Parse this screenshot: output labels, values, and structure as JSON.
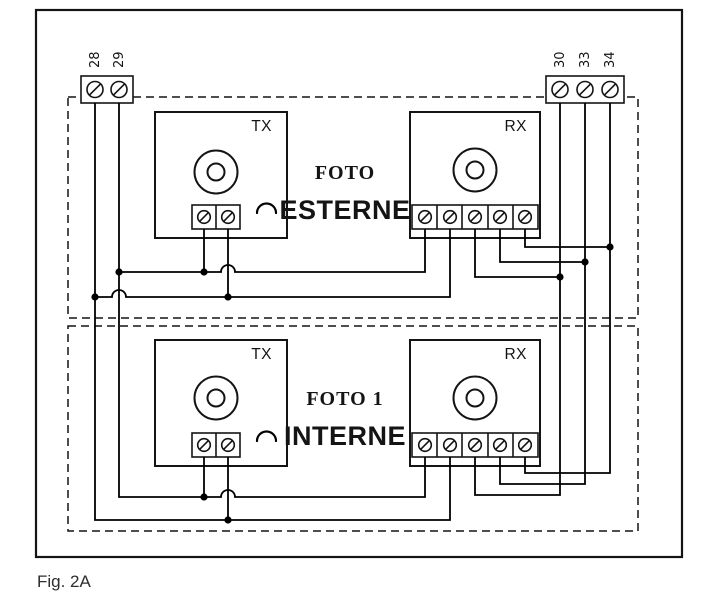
{
  "figure": {
    "caption": "Fig. 2A"
  },
  "terminal_strip_left": {
    "labels": [
      "28",
      "29"
    ]
  },
  "terminal_strip_right": {
    "labels": [
      "30",
      "33",
      "34"
    ]
  },
  "sections": [
    {
      "name": "esterne",
      "transmitter_label": "TX",
      "receiver_label": "RX",
      "title": "FOTO",
      "subtitle": "ESTERNE",
      "subtitle_color": "#e6192b"
    },
    {
      "name": "interne",
      "transmitter_label": "TX",
      "receiver_label": "RX",
      "title": "FOTO 1",
      "subtitle": "INTERNE",
      "subtitle_color": "#7a1622"
    }
  ],
  "colors": {
    "wire": "#000000",
    "background": "#ffffff",
    "esterne_accent": "#e6192b",
    "interne_accent": "#7a1622"
  },
  "icons": {
    "screw_terminal_icon": "circle-with-slot",
    "junction_dot_icon": "filled-dot"
  }
}
